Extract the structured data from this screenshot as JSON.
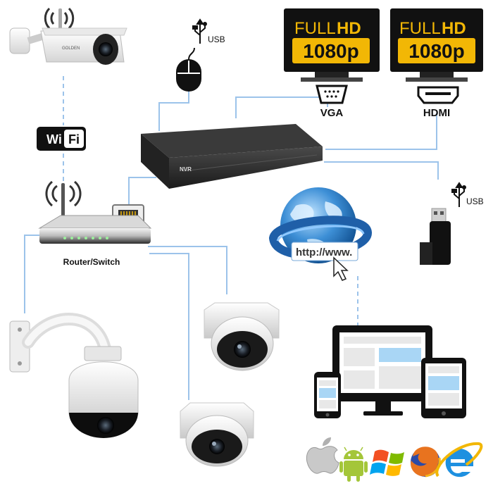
{
  "devices": {
    "monitor_vga": {
      "line1_light": "FULL",
      "line1_bold": "HD",
      "line2": "1080p",
      "port_label": "VGA"
    },
    "monitor_hdmi": {
      "line1_light": "FULL",
      "line1_bold": "HD",
      "line2": "1080p",
      "port_label": "HDMI"
    },
    "mouse": {
      "usb_label": "USB"
    },
    "usb_drive": {
      "usb_label": "USB"
    },
    "nvr": {
      "label": "NVR"
    },
    "wifi_badge": {
      "left": "Wi",
      "right": "Fi"
    },
    "router": {
      "label": "Router/Switch"
    },
    "bullet_camera": {
      "brand": "GOLDEN"
    },
    "internet": {
      "url_text": "http://www."
    }
  },
  "colors": {
    "connector_line": "#9cc3ea",
    "monitor_frame": "#111111",
    "hd_gold": "#f2b705",
    "nvr_body": "#2b2b2b",
    "windows_red": "#f25022",
    "windows_green": "#7fba00",
    "windows_blue": "#00a4ef",
    "windows_yellow": "#ffb900",
    "android_green": "#a4c639"
  },
  "os_icons": [
    "apple-icon",
    "android-icon",
    "windows-icon",
    "firefox-icon",
    "ie-icon"
  ]
}
